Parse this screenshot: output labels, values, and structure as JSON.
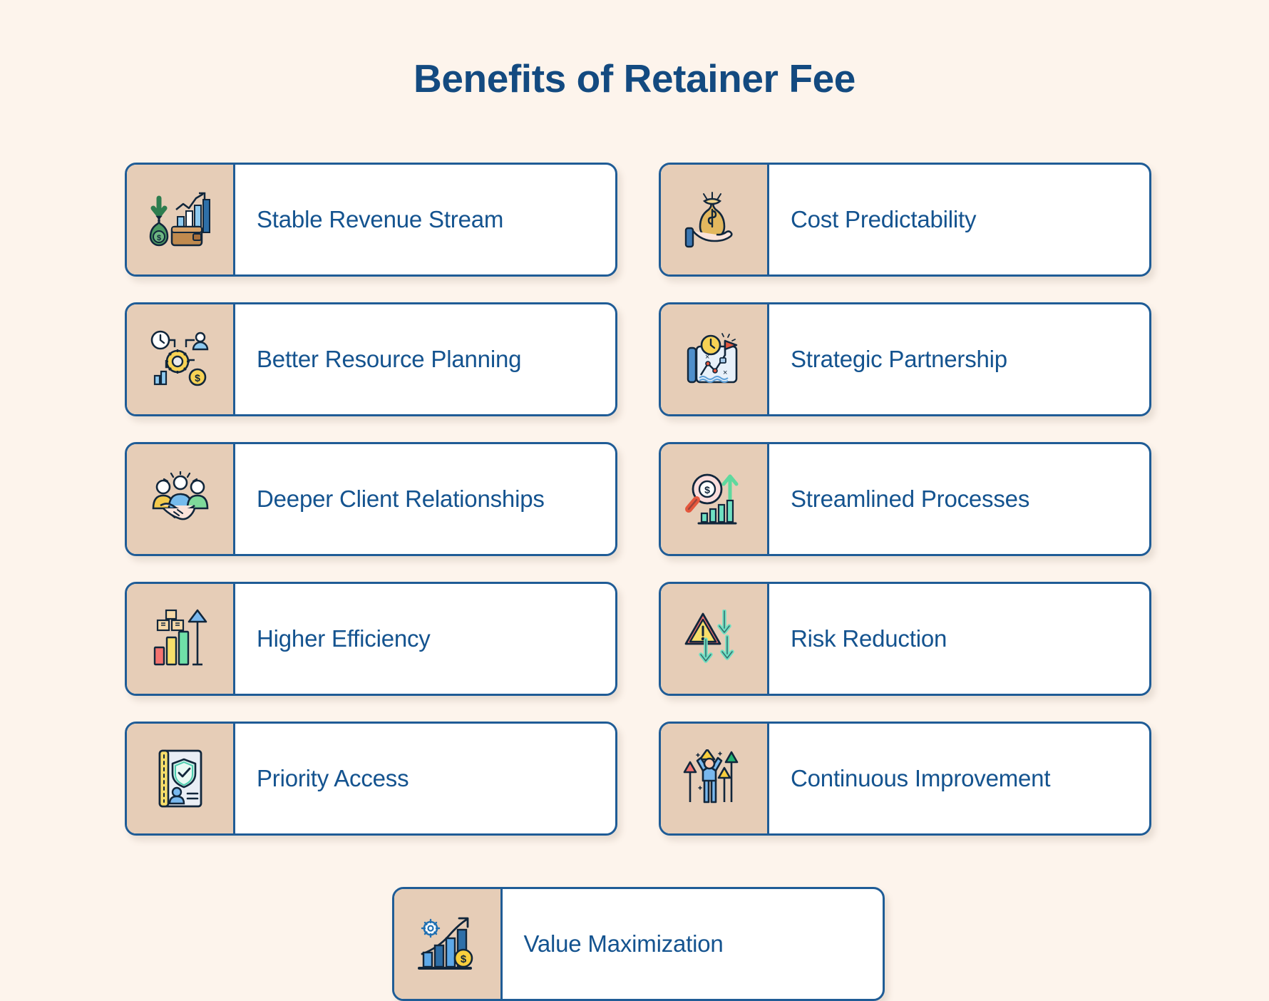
{
  "header": {
    "title": "Benefits of Retainer Fee",
    "title_color": "#134A80"
  },
  "theme": {
    "background": "#FDF4EC",
    "card_background": "#FFFFFF",
    "icon_panel_background": "#E6CDB7",
    "border_color": "#1F5C96",
    "label_color": "#14538F"
  },
  "cards": [
    {
      "label": "Stable Revenue Stream",
      "icon": "money-bag-growth-chart-wallet-icon",
      "column": "left"
    },
    {
      "label": "Cost Predictability",
      "icon": "hand-holding-money-bag-icon",
      "column": "right"
    },
    {
      "label": "Better Resource Planning",
      "icon": "clock-gear-user-network-icon",
      "column": "left"
    },
    {
      "label": "Strategic Partnership",
      "icon": "strategy-map-clock-flag-icon",
      "column": "right"
    },
    {
      "label": "Deeper Client Relationships",
      "icon": "handshake-team-icon",
      "column": "left"
    },
    {
      "label": "Streamlined Processes",
      "icon": "magnifier-bar-chart-arrow-icon",
      "column": "right"
    },
    {
      "label": "Higher Efficiency",
      "icon": "bar-chart-boxes-up-arrow-icon",
      "column": "left"
    },
    {
      "label": "Risk Reduction",
      "icon": "warning-triangle-down-arrows-icon",
      "column": "right"
    },
    {
      "label": "Priority Access",
      "icon": "id-card-shield-check-icon",
      "column": "left"
    },
    {
      "label": "Continuous Improvement",
      "icon": "person-rising-arrows-icon",
      "column": "right"
    },
    {
      "label": "Value Maximization",
      "icon": "gear-growth-bar-chart-coin-icon",
      "column": "center"
    }
  ]
}
